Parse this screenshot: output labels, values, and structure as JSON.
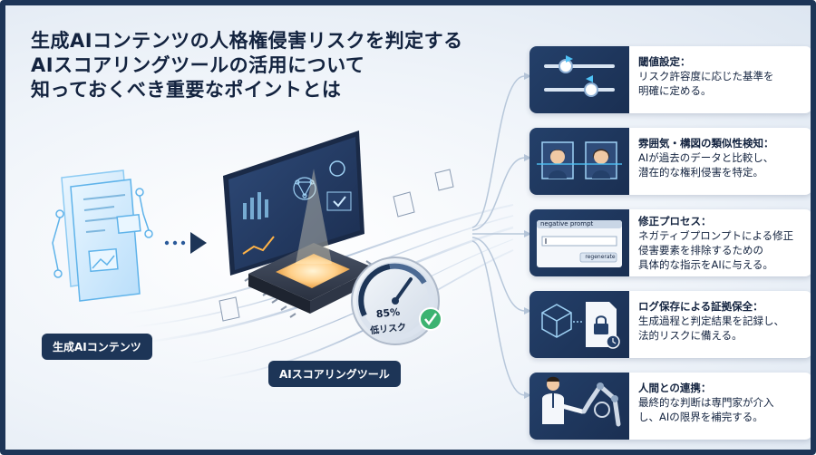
{
  "title": {
    "line1": "生成AIコンテンツの人格権侵害リスクを判定する",
    "line2": "AIスコアリングツールの活用について",
    "line3": "知っておくべき重要なポイントとは"
  },
  "labels": {
    "content": "生成AIコンテンツ",
    "tool": "AIスコアリングツール"
  },
  "gauge": {
    "percent": "85%",
    "risk": "低リスク"
  },
  "prompt_window": {
    "title": "negative prompt",
    "button": "regenerate"
  },
  "cards": [
    {
      "title": "閾値設定：",
      "desc": "リスク許容度に応じた基準を\n明確に定める。",
      "icon": "slider-icon"
    },
    {
      "title": "雰囲気・構図の類似性検知：",
      "desc": "AIが過去のデータと比較し、\n潜在的な権利侵害を特定。",
      "icon": "face-compare-icon"
    },
    {
      "title": "修正プロセス：",
      "desc": "ネガティブプロンプトによる修正\n侵害要素を排除するための\n具体的な指示をAIに与える。",
      "icon": "prompt-window-icon"
    },
    {
      "title": "ログ保存による証拠保全：",
      "desc": "生成過程と判定結果を記録し、\n法的リスクに備える。",
      "icon": "document-lock-icon"
    },
    {
      "title": "人間との連携：",
      "desc": "最終的な判断は専門家が介入\nし、AIの限界を補完する。",
      "icon": "handshake-robot-icon"
    }
  ],
  "colors": {
    "navy": "#1d3557",
    "accent": "#4fc3f7",
    "check": "#3cb371"
  }
}
